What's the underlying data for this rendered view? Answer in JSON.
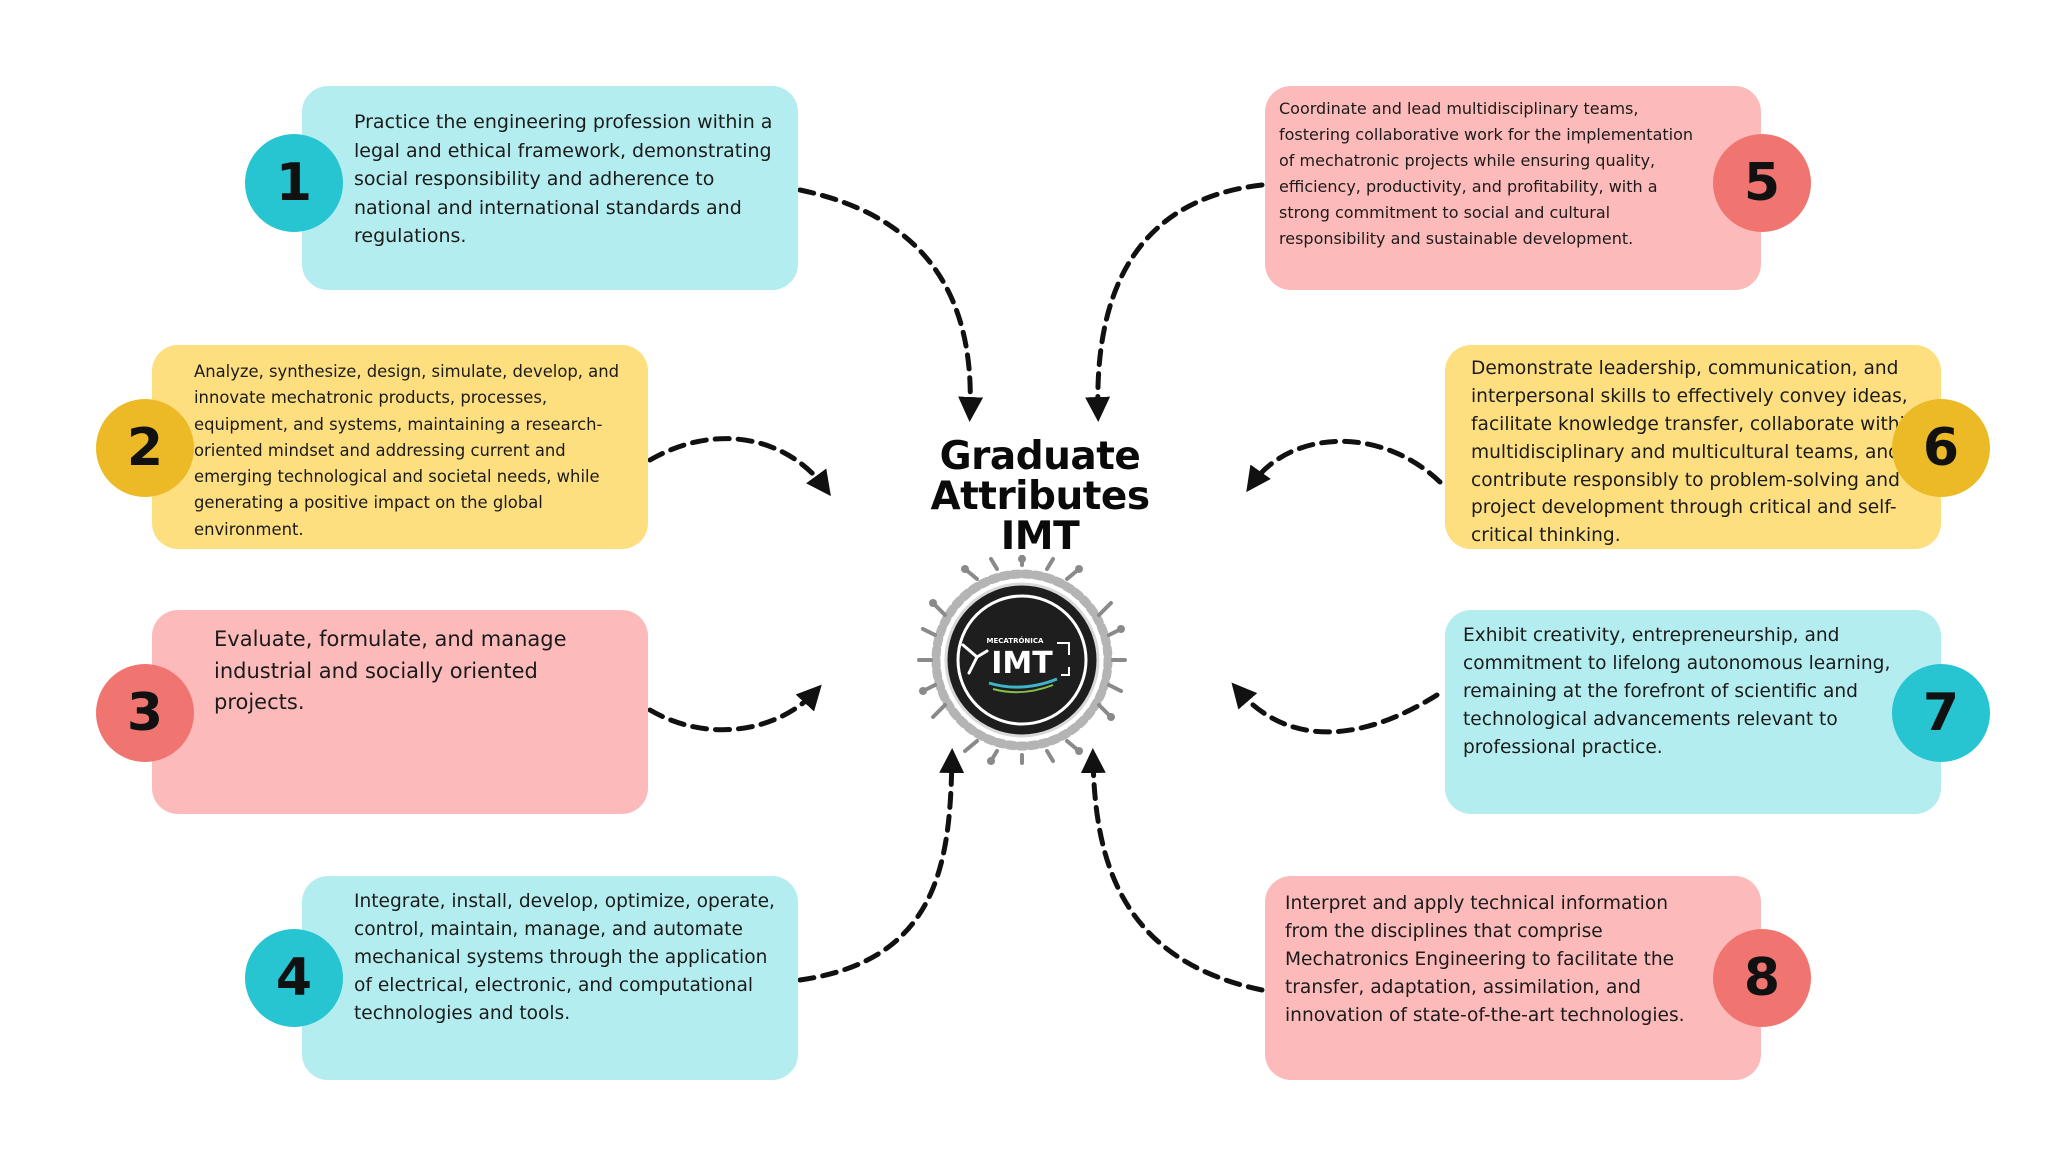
{
  "title": {
    "line1": "Graduate",
    "line2": "Attributes",
    "line3": "IMT"
  },
  "logo": {
    "top_text": "MECATRÓNICA",
    "main_text": "IMT"
  },
  "attributes": [
    {
      "number": "1",
      "text": "Practice the engineering profession within a legal and ethical framework, demonstrating social responsibility and adherence to national and international standards and regulations."
    },
    {
      "number": "2",
      "text": "Analyze, synthesize, design, simulate, develop, and innovate mechatronic products, processes, equipment, and systems, maintaining a research-oriented mindset and addressing current and emerging technological and societal needs, while generating a positive impact on the global environment."
    },
    {
      "number": "3",
      "text": "Evaluate, formulate, and manage industrial and socially oriented projects."
    },
    {
      "number": "4",
      "text": "Integrate, install, develop, optimize, operate, control, maintain, manage, and automate mechanical systems through the application of electrical, electronic, and computational technologies and tools."
    },
    {
      "number": "5",
      "text": "Coordinate and lead multidisciplinary teams, fostering collaborative work for the implementation of mechatronic projects while ensuring quality, efficiency, productivity, and profitability, with a strong commitment to social and cultural responsibility and sustainable development."
    },
    {
      "number": "6",
      "text": "Demonstrate leadership, communication, and interpersonal skills to effectively convey ideas, facilitate knowledge transfer, collaborate within multidisciplinary and multicultural teams, and contribute responsibly to problem-solving and project development through critical and self-critical thinking."
    },
    {
      "number": "7",
      "text": "Exhibit creativity, entrepreneurship, and commitment to lifelong autonomous learning, remaining at the forefront of scientific and technological advancements relevant to professional practice."
    },
    {
      "number": "8",
      "text": "Interpret and apply technical information from the disciplines that comprise Mechatronics Engineering to facilitate the transfer, adaptation, assimilation, and innovation of state-of-the-art technologies."
    }
  ],
  "colors": {
    "card_cyan": "#b3edef",
    "card_yellow": "#fddf80",
    "card_pink": "#fdbaba",
    "badge_cyan": "#26c5d1",
    "badge_yellow": "#ecba26",
    "badge_red": "#f07571"
  }
}
